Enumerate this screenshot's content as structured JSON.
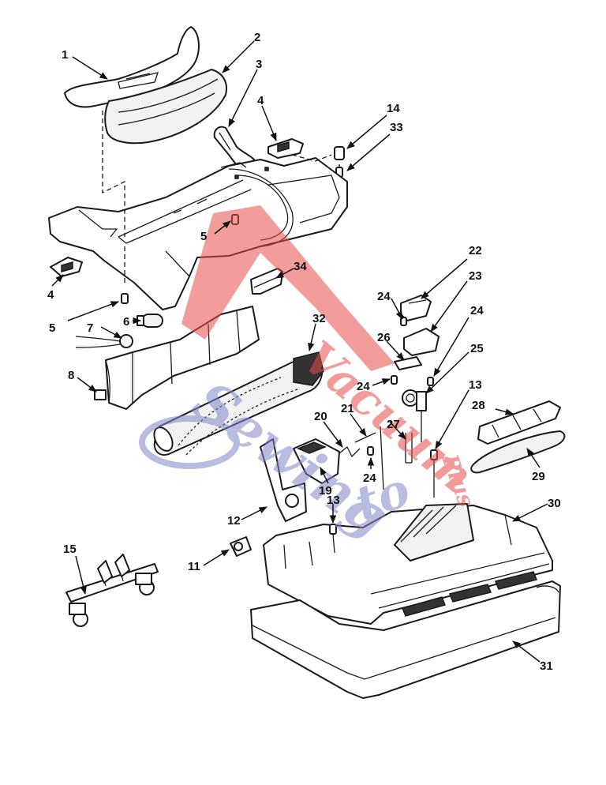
{
  "callouts": [
    {
      "label": "1"
    },
    {
      "label": "2"
    },
    {
      "label": "3"
    },
    {
      "label": "4"
    },
    {
      "label": "14"
    },
    {
      "label": "33"
    },
    {
      "label": "5"
    },
    {
      "label": "4"
    },
    {
      "label": "5"
    },
    {
      "label": "34"
    },
    {
      "label": "6"
    },
    {
      "label": "7"
    },
    {
      "label": "32"
    },
    {
      "label": "8"
    },
    {
      "label": "22"
    },
    {
      "label": "23"
    },
    {
      "label": "24"
    },
    {
      "label": "24"
    },
    {
      "label": "26"
    },
    {
      "label": "25"
    },
    {
      "label": "24"
    },
    {
      "label": "13"
    },
    {
      "label": "28"
    },
    {
      "label": "20"
    },
    {
      "label": "21"
    },
    {
      "label": "27"
    },
    {
      "label": "29"
    },
    {
      "label": "24"
    },
    {
      "label": "19"
    },
    {
      "label": "12"
    },
    {
      "label": "13"
    },
    {
      "label": "30"
    },
    {
      "label": "11"
    },
    {
      "label": "15"
    },
    {
      "label": "31"
    }
  ],
  "watermark": {
    "line1": "Vacuum",
    "line2": "Sewing",
    "line3": "to",
    "line4": "Plus",
    "colors": {
      "red": "#e84a4a",
      "blue": "#7f86c8"
    }
  },
  "colors": {
    "ink": "#1a1a1a",
    "paper": "#ffffff"
  }
}
